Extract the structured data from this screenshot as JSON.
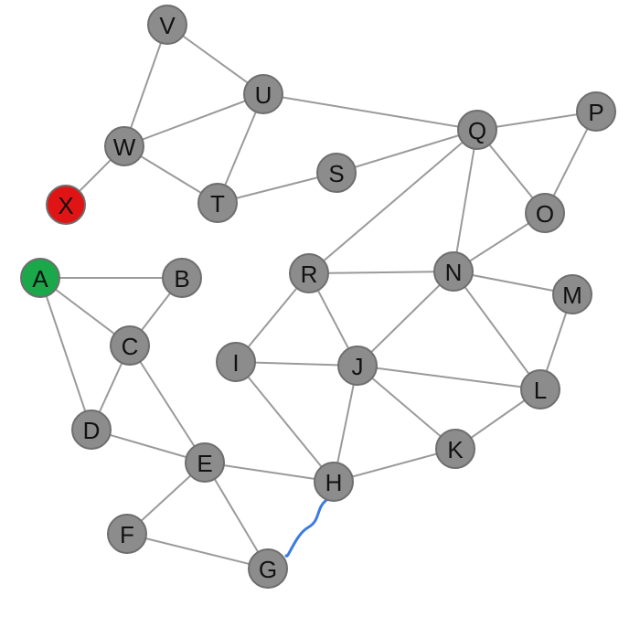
{
  "colors": {
    "node_default": "#8c8c8c",
    "node_start": "#1aa84a",
    "node_target": "#e01414",
    "edge": "#9a9a9a",
    "path": "#3b7be0"
  },
  "nodes": [
    {
      "id": "V",
      "label": "V",
      "state": "default"
    },
    {
      "id": "U",
      "label": "U",
      "state": "default"
    },
    {
      "id": "W",
      "label": "W",
      "state": "default"
    },
    {
      "id": "X",
      "label": "X",
      "state": "target"
    },
    {
      "id": "T",
      "label": "T",
      "state": "default"
    },
    {
      "id": "S",
      "label": "S",
      "state": "default"
    },
    {
      "id": "Q",
      "label": "Q",
      "state": "default"
    },
    {
      "id": "P",
      "label": "P",
      "state": "default"
    },
    {
      "id": "O",
      "label": "O",
      "state": "default"
    },
    {
      "id": "A",
      "label": "A",
      "state": "start"
    },
    {
      "id": "B",
      "label": "B",
      "state": "default"
    },
    {
      "id": "C",
      "label": "C",
      "state": "default"
    },
    {
      "id": "D",
      "label": "D",
      "state": "default"
    },
    {
      "id": "R",
      "label": "R",
      "state": "default"
    },
    {
      "id": "N",
      "label": "N",
      "state": "default"
    },
    {
      "id": "M",
      "label": "M",
      "state": "default"
    },
    {
      "id": "I",
      "label": "I",
      "state": "default"
    },
    {
      "id": "J",
      "label": "J",
      "state": "default"
    },
    {
      "id": "L",
      "label": "L",
      "state": "default"
    },
    {
      "id": "K",
      "label": "K",
      "state": "default"
    },
    {
      "id": "E",
      "label": "E",
      "state": "default"
    },
    {
      "id": "H",
      "label": "H",
      "state": "default"
    },
    {
      "id": "F",
      "label": "F",
      "state": "default"
    },
    {
      "id": "G",
      "label": "G",
      "state": "default"
    }
  ],
  "edges": [
    [
      "V",
      "U"
    ],
    [
      "V",
      "W"
    ],
    [
      "U",
      "W"
    ],
    [
      "U",
      "T"
    ],
    [
      "U",
      "Q"
    ],
    [
      "W",
      "X"
    ],
    [
      "W",
      "T"
    ],
    [
      "T",
      "S"
    ],
    [
      "S",
      "Q"
    ],
    [
      "Q",
      "P"
    ],
    [
      "Q",
      "O"
    ],
    [
      "P",
      "O"
    ],
    [
      "Q",
      "R"
    ],
    [
      "Q",
      "N"
    ],
    [
      "O",
      "N"
    ],
    [
      "A",
      "B"
    ],
    [
      "A",
      "C"
    ],
    [
      "A",
      "D"
    ],
    [
      "B",
      "C"
    ],
    [
      "C",
      "D"
    ],
    [
      "C",
      "E"
    ],
    [
      "D",
      "E"
    ],
    [
      "R",
      "N"
    ],
    [
      "R",
      "I"
    ],
    [
      "R",
      "J"
    ],
    [
      "N",
      "M"
    ],
    [
      "N",
      "J"
    ],
    [
      "N",
      "L"
    ],
    [
      "M",
      "L"
    ],
    [
      "I",
      "J"
    ],
    [
      "I",
      "H"
    ],
    [
      "J",
      "L"
    ],
    [
      "J",
      "K"
    ],
    [
      "J",
      "H"
    ],
    [
      "L",
      "K"
    ],
    [
      "K",
      "H"
    ],
    [
      "E",
      "H"
    ],
    [
      "E",
      "F"
    ],
    [
      "E",
      "G"
    ],
    [
      "F",
      "G"
    ]
  ],
  "highlighted_path": [
    [
      "H",
      "G"
    ]
  ]
}
